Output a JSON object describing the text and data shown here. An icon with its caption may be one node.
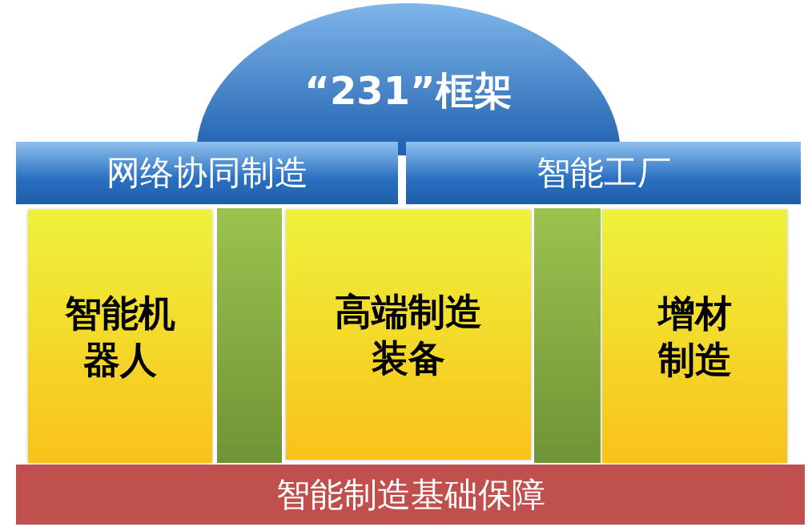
{
  "diagram": {
    "nodes": [
      {
        "text": [
          "“231”框架"
        ]
      },
      {
        "text": [
          "网络协同制造"
        ]
      },
      {
        "text": [
          "智能工厂"
        ]
      },
      {
        "text": [
          "智能机器人"
        ]
      },
      {
        "text": [],
        "shape": "bar"
      },
      {
        "text": [
          "高端制造装备"
        ]
      },
      {
        "text": [],
        "shape": "bar"
      },
      {
        "text": [
          "增材制造"
        ]
      },
      {
        "text": [
          "智能制造基础保障"
        ]
      }
    ]
  }
}
